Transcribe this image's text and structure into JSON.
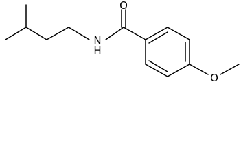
{
  "molecule": {
    "atoms": {
      "oxygen_carbonyl": "O",
      "nitrogen_amide": "N",
      "hydrogen_amide": "H",
      "oxygen_ether": "O"
    },
    "colors": {
      "bond": "#000000",
      "label": "#000000",
      "background": "#ffffff"
    }
  }
}
